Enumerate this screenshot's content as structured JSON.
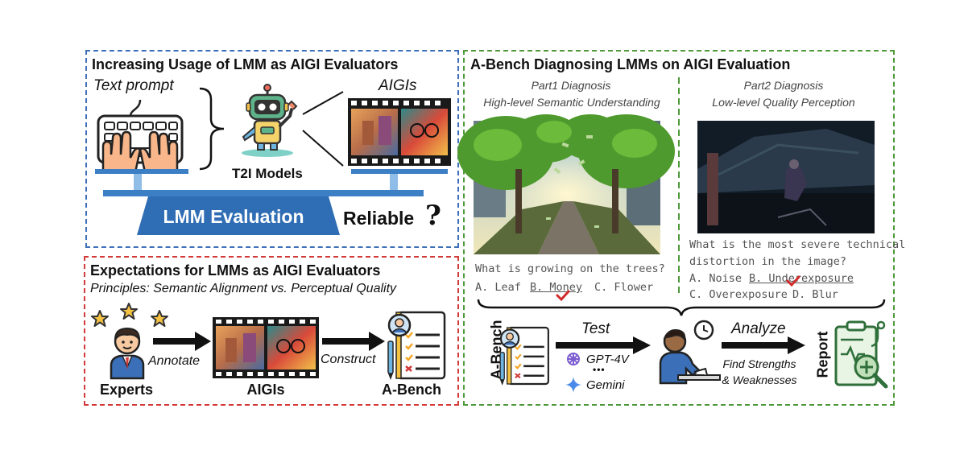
{
  "top_left": {
    "title": "Increasing Usage of LMM as AIGI Evaluators",
    "text_prompt": "Text prompt",
    "aigis": "AIGIs",
    "t2i_models": "T2I Models",
    "lmm_evaluation": "LMM Evaluation",
    "reliable": "Reliable"
  },
  "bottom_left": {
    "title": "Expectations for LMMs as AIGI Evaluators",
    "principles": "Principles: Semantic Alignment  vs.  Perceptual Quality",
    "annotate": "Annotate",
    "construct": "Construct",
    "experts": "Experts",
    "aigis": "AIGIs",
    "a_bench": "A-Bench"
  },
  "right": {
    "title": "A-Bench Diagnosing LMMs on AIGI Evaluation",
    "part1": {
      "heading": "Part1 Diagnosis",
      "subheading": "High-level Semantic Understanding",
      "question": "What is growing on the trees?",
      "opt_a": "A. Leaf",
      "opt_b": "B. Money",
      "opt_c": "C. Flower"
    },
    "part2": {
      "heading": "Part2 Diagnosis",
      "subheading": "Low-level Quality Perception",
      "question_line1": "What is the most severe technical",
      "question_line2": "distortion in the image?",
      "opt_a": "A. Noise",
      "opt_b": "B. Underexposure",
      "opt_c": "C. Overexposure",
      "opt_d": "D. Blur"
    },
    "a_bench_vertical": "A-Bench",
    "test": "Test",
    "gpt4v": "GPT-4V",
    "dots": "•••",
    "gemini": "Gemini",
    "analyze": "Analyze",
    "strengths_line1": "Find Strengths",
    "strengths_line2": "& Weaknesses",
    "report_vertical": "Report",
    "question_mark": "?"
  },
  "colors": {
    "blue_border": "#3d6fb8",
    "red_border": "#d33a3a",
    "green_border": "#4e9a3a",
    "platform_blue": "#2f6db5",
    "check_red": "#d12b2b"
  }
}
